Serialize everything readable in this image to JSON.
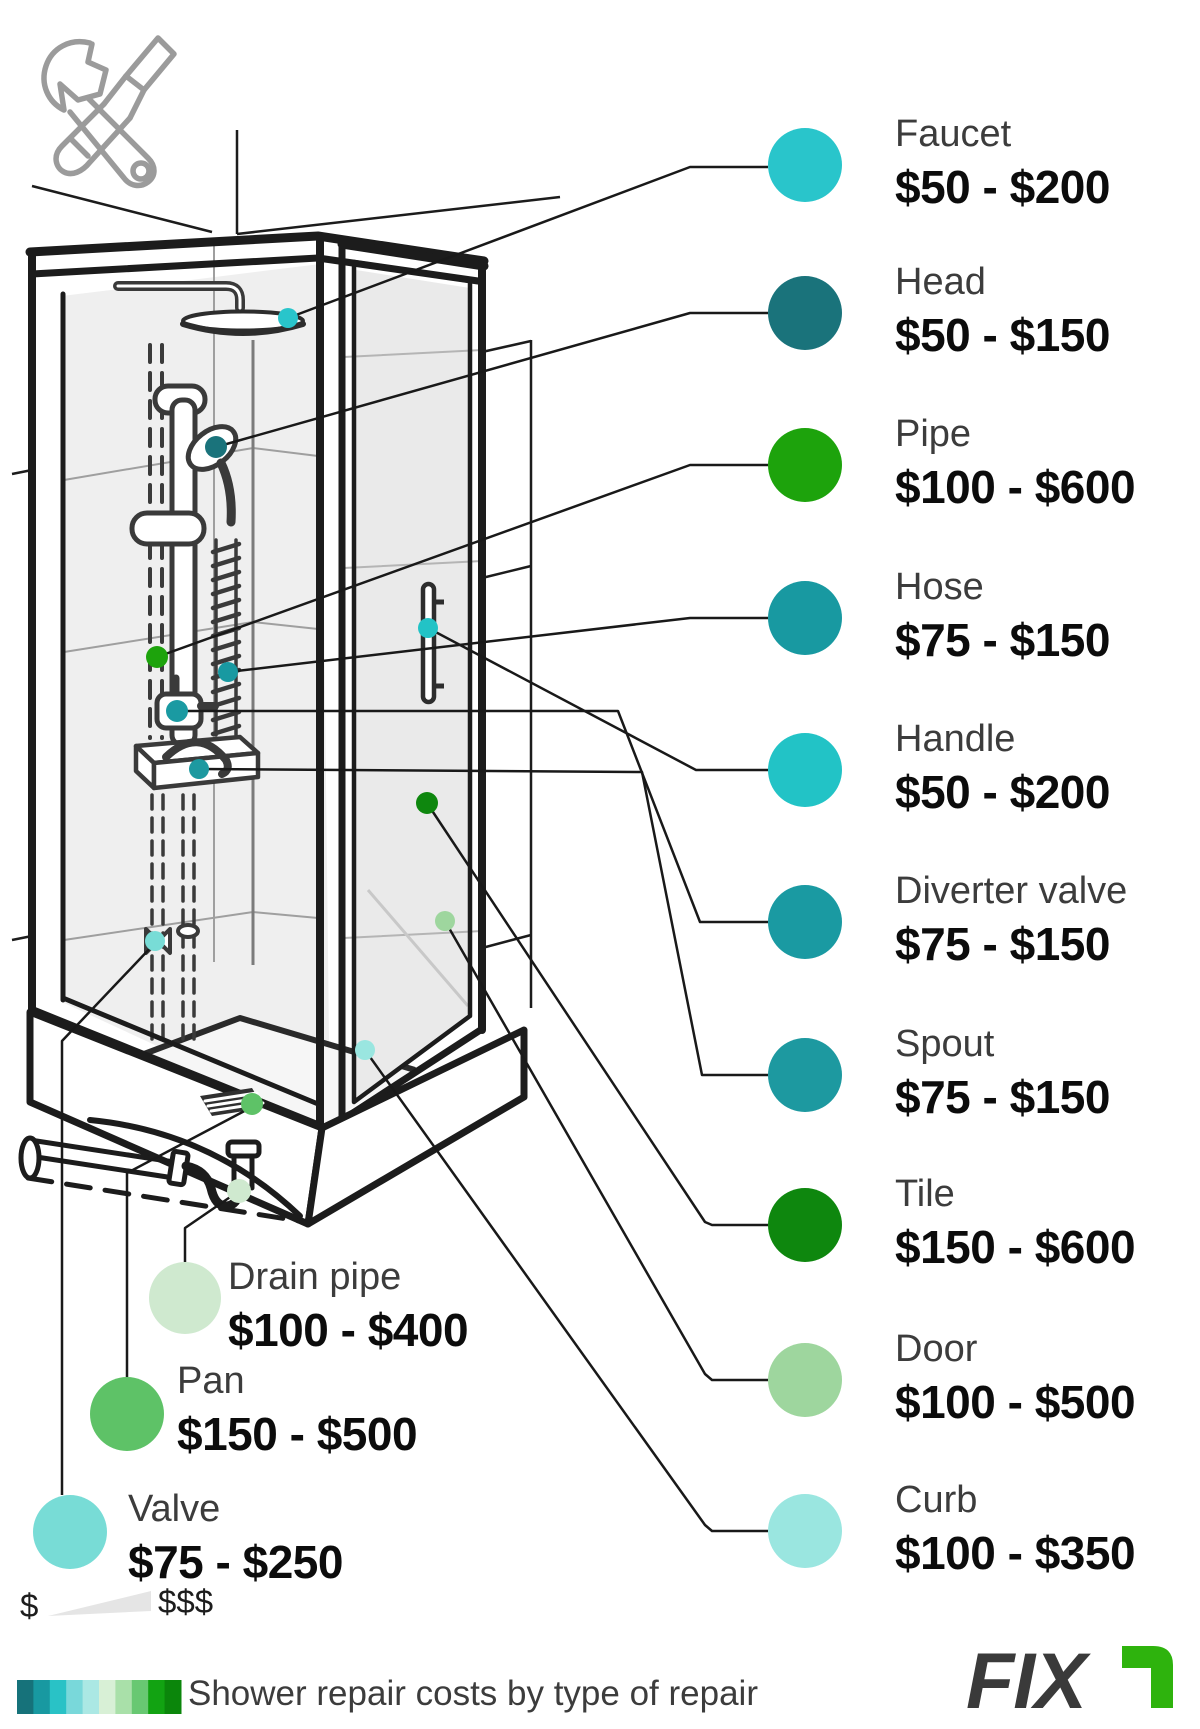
{
  "title_caption": "Shower repair costs by type of repair",
  "brand": {
    "name_main": "FIX",
    "name_accent": "r",
    "accent_color": "#2eb30d",
    "text_color": "#3a3a3a"
  },
  "icons": {
    "header": "crossed-wrench-and-screwdriver-icon"
  },
  "scale": {
    "low_label": "$",
    "high_label": "$$$",
    "colors": [
      "#16727a",
      "#1899a1",
      "#29c2c6",
      "#79d8da",
      "#abe8e4",
      "#d8f0d6",
      "#a9e0a9",
      "#68c872",
      "#12a312",
      "#0b860b"
    ]
  },
  "legend": {
    "right": [
      {
        "id": "faucet",
        "label": "Faucet",
        "price": "$50 - $200",
        "color": "#29c5cb"
      },
      {
        "id": "head",
        "label": "Head",
        "price": "$50 - $150",
        "color": "#1a737b"
      },
      {
        "id": "pipe",
        "label": "Pipe",
        "price": "$100 - $600",
        "color": "#1da30c"
      },
      {
        "id": "hose",
        "label": "Hose",
        "price": "$75 - $150",
        "color": "#1899a1"
      },
      {
        "id": "handle",
        "label": "Handle",
        "price": "$50 - $200",
        "color": "#22c3c6"
      },
      {
        "id": "diverter-valve",
        "label": "Diverter valve",
        "price": "$75 - $150",
        "color": "#1a9aa2"
      },
      {
        "id": "spout",
        "label": "Spout",
        "price": "$75 - $150",
        "color": "#1d99a0"
      },
      {
        "id": "tile",
        "label": "Tile",
        "price": "$150 - $600",
        "color": "#0e870e"
      },
      {
        "id": "door",
        "label": "Door",
        "price": "$100 - $500",
        "color": "#9ed69e"
      },
      {
        "id": "curb",
        "label": "Curb",
        "price": "$100 - $350",
        "color": "#9ae6e0"
      }
    ],
    "left": [
      {
        "id": "drain-pipe",
        "label": "Drain pipe",
        "price": "$100 - $400",
        "color": "#cfe9cf"
      },
      {
        "id": "pan",
        "label": "Pan",
        "price": "$150 - $500",
        "color": "#5ec267"
      },
      {
        "id": "valve",
        "label": "Valve",
        "price": "$75 - $250",
        "color": "#78dcd6"
      }
    ]
  }
}
